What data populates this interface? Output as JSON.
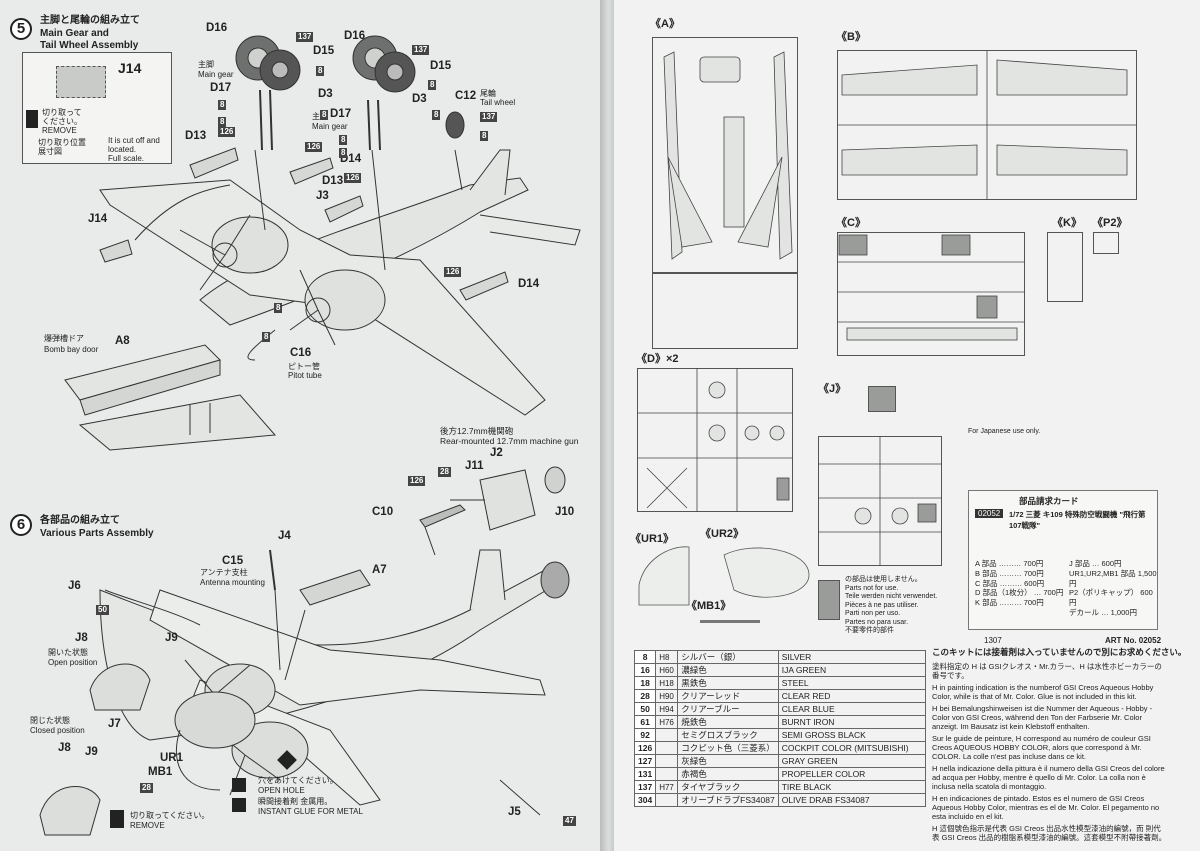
{
  "step5": {
    "num": "5",
    "title_ja": "主脚と尾輪の組み立て",
    "title_en_1": "Main Gear and",
    "title_en_2": "Tail Wheel Assembly",
    "j14_box_label": "J14",
    "remove_ja": "切り取って",
    "remove_ja2": "ください。",
    "remove_en": "REMOVE",
    "cut_ja": "切り取り位置",
    "cut_ja2": "展寸図",
    "cut_en_1": "It is cut off and",
    "cut_en_2": "located.",
    "cut_en_3": "Full scale.",
    "main_gear_ja": "主脚",
    "main_gear_en": "Main gear",
    "main_gear_ja_2": "主脚",
    "main_gear_en_2": "Main gear",
    "tail_wheel_ja": "尾輪",
    "tail_wheel_en": "Tail wheel",
    "bomb_bay_ja": "爆弾槽ドア",
    "bomb_bay_en": "Bomb bay door",
    "pitot_ja": "ピトー管",
    "pitot_en": "Pitot tube",
    "mg_ja": "後方12.7mm機関砲",
    "mg_en": "Rear-mounted 12.7mm machine gun",
    "parts": {
      "d16a": "D16",
      "d15a": "D15",
      "d17a": "D17",
      "d3a": "D3",
      "d16b": "D16",
      "d15b": "D15",
      "d17b": "D17",
      "d3b": "D3",
      "c12": "C12",
      "d13a": "D13",
      "d14a": "D14",
      "d13b": "D13",
      "j3": "J3",
      "j14": "J14",
      "d14b": "D14",
      "a8": "A8",
      "c16": "C16",
      "j2": "J2",
      "j11": "J11",
      "c10": "C10",
      "j10": "J10"
    },
    "badges": {
      "b137a": "137",
      "b8a": "8",
      "b8b": "8",
      "b8c": "8",
      "b8d": "8",
      "b137b": "137",
      "b8e": "8",
      "b8f": "8",
      "b8g": "8",
      "b8h": "8",
      "b137c": "137",
      "b8i": "8",
      "b126a": "126",
      "b126b": "126",
      "b126c": "126",
      "b126d": "126",
      "b8j": "8",
      "b8k": "8",
      "b28": "28",
      "b126e": "126"
    }
  },
  "step6": {
    "num": "6",
    "title_ja": "各部品の組み立て",
    "title_en": "Various Parts Assembly",
    "antenna_ja": "アンテナ支柱",
    "antenna_en": "Antenna mounting",
    "open_ja": "開いた状態",
    "open_en": "Open position",
    "closed_ja": "閉じた状態",
    "closed_en": "Closed position",
    "hole_ja": "穴をあけてください。",
    "hole_en": "OPEN HOLE",
    "glue_ja": "瞬間接着剤 金属用。",
    "glue_en": "INSTANT GLUE FOR METAL",
    "remove_ja": "切り取ってください。",
    "remove_en": "REMOVE",
    "parts": {
      "c15": "C15",
      "j4": "J4",
      "a7": "A7",
      "j6": "J6",
      "j8a": "J8",
      "j9a": "J9",
      "j7": "J7",
      "j8b": "J8",
      "j9b": "J9",
      "ur1": "UR1",
      "mb1": "MB1",
      "j5": "J5"
    },
    "badges": {
      "b50": "50",
      "b28": "28",
      "b47": "47"
    }
  },
  "runners": {
    "a": "《A》",
    "b": "《B》",
    "c": "《C》",
    "k": "《K》",
    "p2": "《P2》",
    "dx2": "《D》×2",
    "j": "《J》",
    "ur1": "《UR1》",
    "ur2": "《UR2》",
    "mb1": "《MB1》"
  },
  "unused_note": [
    "の部品は使用しません。",
    "Parts not for use.",
    "Teile werden nicht verwendet.",
    "Pièces à ne pas utiliser.",
    "Parti non per uso.",
    "Partes no para usar.",
    "不要零件的部件"
  ],
  "parts_card": {
    "for_japanese": "For Japanese use only.",
    "title": "部品請求カード",
    "kit_code": "02052",
    "kit_name": "1/72 三菱 キ109 特殊防空戦闘機 \"飛行第107戦隊\"",
    "prices": [
      {
        "label": "A 部品",
        "price": "700円"
      },
      {
        "label": "B 部品",
        "price": "700円"
      },
      {
        "label": "C 部品",
        "price": "600円"
      },
      {
        "label": "D 部品（1枚分）",
        "price": "700円"
      },
      {
        "label": "K 部品",
        "price": "700円"
      }
    ],
    "prices_right": [
      {
        "label": "J 部品",
        "price": "600円"
      },
      {
        "label": "UR1,UR2,MB1 部品",
        "price": "1,500円"
      },
      {
        "label": "P2（ポリキャップ）",
        "price": "600円"
      },
      {
        "label": "デカール",
        "price": "1,000円"
      }
    ],
    "art_no": "ART No. 02052",
    "code": "1307"
  },
  "paint_header": "このキットには接着剤は入っていませんので別にお求めください。",
  "paint_table": [
    {
      "n": "8",
      "h": "H8",
      "ja": "シルバー（銀）",
      "en": "SILVER"
    },
    {
      "n": "16",
      "h": "H60",
      "ja": "濃緑色",
      "en": "IJA GREEN"
    },
    {
      "n": "18",
      "h": "H18",
      "ja": "黒鉄色",
      "en": "STEEL"
    },
    {
      "n": "28",
      "h": "H90",
      "ja": "クリアーレッド",
      "en": "CLEAR RED"
    },
    {
      "n": "50",
      "h": "H94",
      "ja": "クリアーブルー",
      "en": "CLEAR BLUE"
    },
    {
      "n": "61",
      "h": "H76",
      "ja": "焼鉄色",
      "en": "BURNT IRON"
    },
    {
      "n": "92",
      "h": "",
      "ja": "セミグロスブラック",
      "en": "SEMI GROSS BLACK"
    },
    {
      "n": "126",
      "h": "",
      "ja": "コクピット色（三菱系）",
      "en": "COCKPIT COLOR (MITSUBISHI)"
    },
    {
      "n": "127",
      "h": "",
      "ja": "灰緑色",
      "en": "GRAY GREEN"
    },
    {
      "n": "131",
      "h": "",
      "ja": "赤褐色",
      "en": "PROPELLER COLOR"
    },
    {
      "n": "137",
      "h": "H77",
      "ja": "タイヤブラック",
      "en": "TIRE BLACK"
    },
    {
      "n": "304",
      "h": "",
      "ja": "オリーブドラブFS34087",
      "en": "OLIVE DRAB FS34087"
    }
  ],
  "paint_notes": [
    "塗料指定の H は GSIクレオス・Mr.カラー、H は水性ホビーカラーの番号です。",
    "H in painting indication is the numberof GSI Creos Aqueous Hobby Color, while is that of Mr. Color. Glue is not included in this kit.",
    "H bei Bemalungshinweisen ist die Nummer der Aqueous - Hobby - Color von GSI Creos, während den Ton der Farbserie Mr. Color anzeigt. Im Bausatz ist kein Klebstoff enthalten.",
    "Sur le guide de peinture, H correspond au numéro de couleur GSI Creos AQUEOUS HOBBY COLOR, alors que correspond à Mr. COLOR. La colle n'est pas incluse dans ce kit.",
    "H nella indicazione della pittura è il numero della GSI Creos del colore ad acqua per Hobby, mentre è quello di Mr. Color. La colla non è inclusa nella scatola di montaggio.",
    "H en indicaciones de pintado. Estos es el numero de GSI Creos Aqueous Hobby Color, mientras es el de Mr. Color. El pegamento no esta incluido en el kit.",
    "H 這個號色指示是代表 GSI Creos 出品水性模型漆油的編號，而 則代表 GSI Creos 出品的樹脂系模型漆油的編號。這套模型不附帶接著劑。"
  ]
}
